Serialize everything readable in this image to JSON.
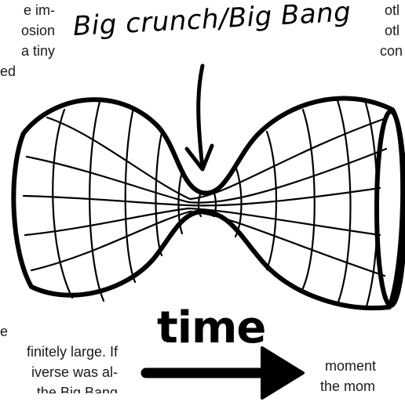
{
  "left_column_top": {
    "lines": [
      "e im-",
      "osion",
      "a tiny",
      "ed"
    ]
  },
  "right_column_top": {
    "lines": [
      "otl",
      "otl",
      "con"
    ]
  },
  "left_column_bottom": {
    "lines": [
      "e",
      "finitely large. If",
      "iverse was al-",
      "the Big Bang"
    ]
  },
  "right_column_bottom": {
    "lines": [
      "moment",
      "the mom",
      "..."
    ]
  },
  "diagram": {
    "title": "Big crunch/Big Bang",
    "axis_label": "time",
    "stroke_color": "#000000"
  }
}
